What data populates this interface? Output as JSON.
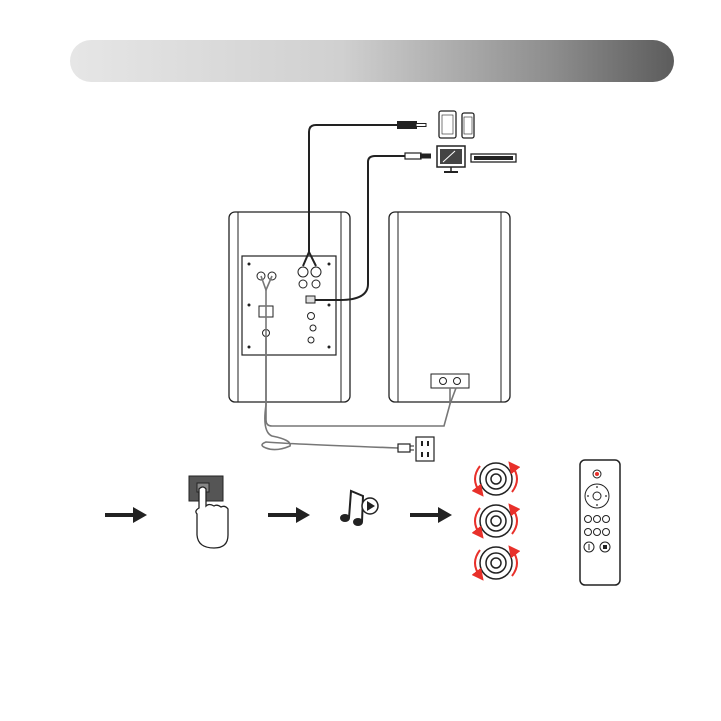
{
  "title_bar": {
    "title": ""
  },
  "labels": {
    "devices": "mobile-devices",
    "tv": "tv",
    "soundbar": "optical-source",
    "outlet": "power-outlet",
    "remote": "remote-control"
  },
  "colors": {
    "arrow_red": "#e8302a",
    "line": "#222222",
    "cable_gray": "#777777",
    "panel_gray": "#bdbdbd"
  }
}
